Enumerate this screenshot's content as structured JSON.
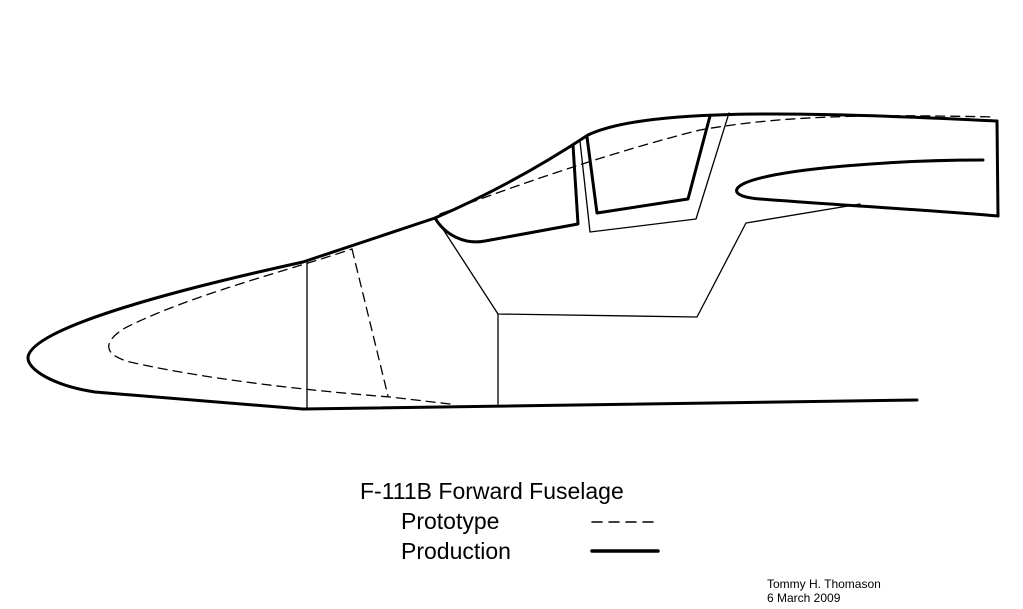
{
  "diagram": {
    "title": "F-111B Forward Fuselage",
    "legend": [
      {
        "label": "Prototype",
        "line_style": "dashed"
      },
      {
        "label": "Production",
        "line_style": "solid-thick"
      }
    ],
    "author": "Tommy H. Thomason",
    "date": "6 March 2009",
    "colors": {
      "background": "#ffffff",
      "ink": "#000000"
    }
  }
}
